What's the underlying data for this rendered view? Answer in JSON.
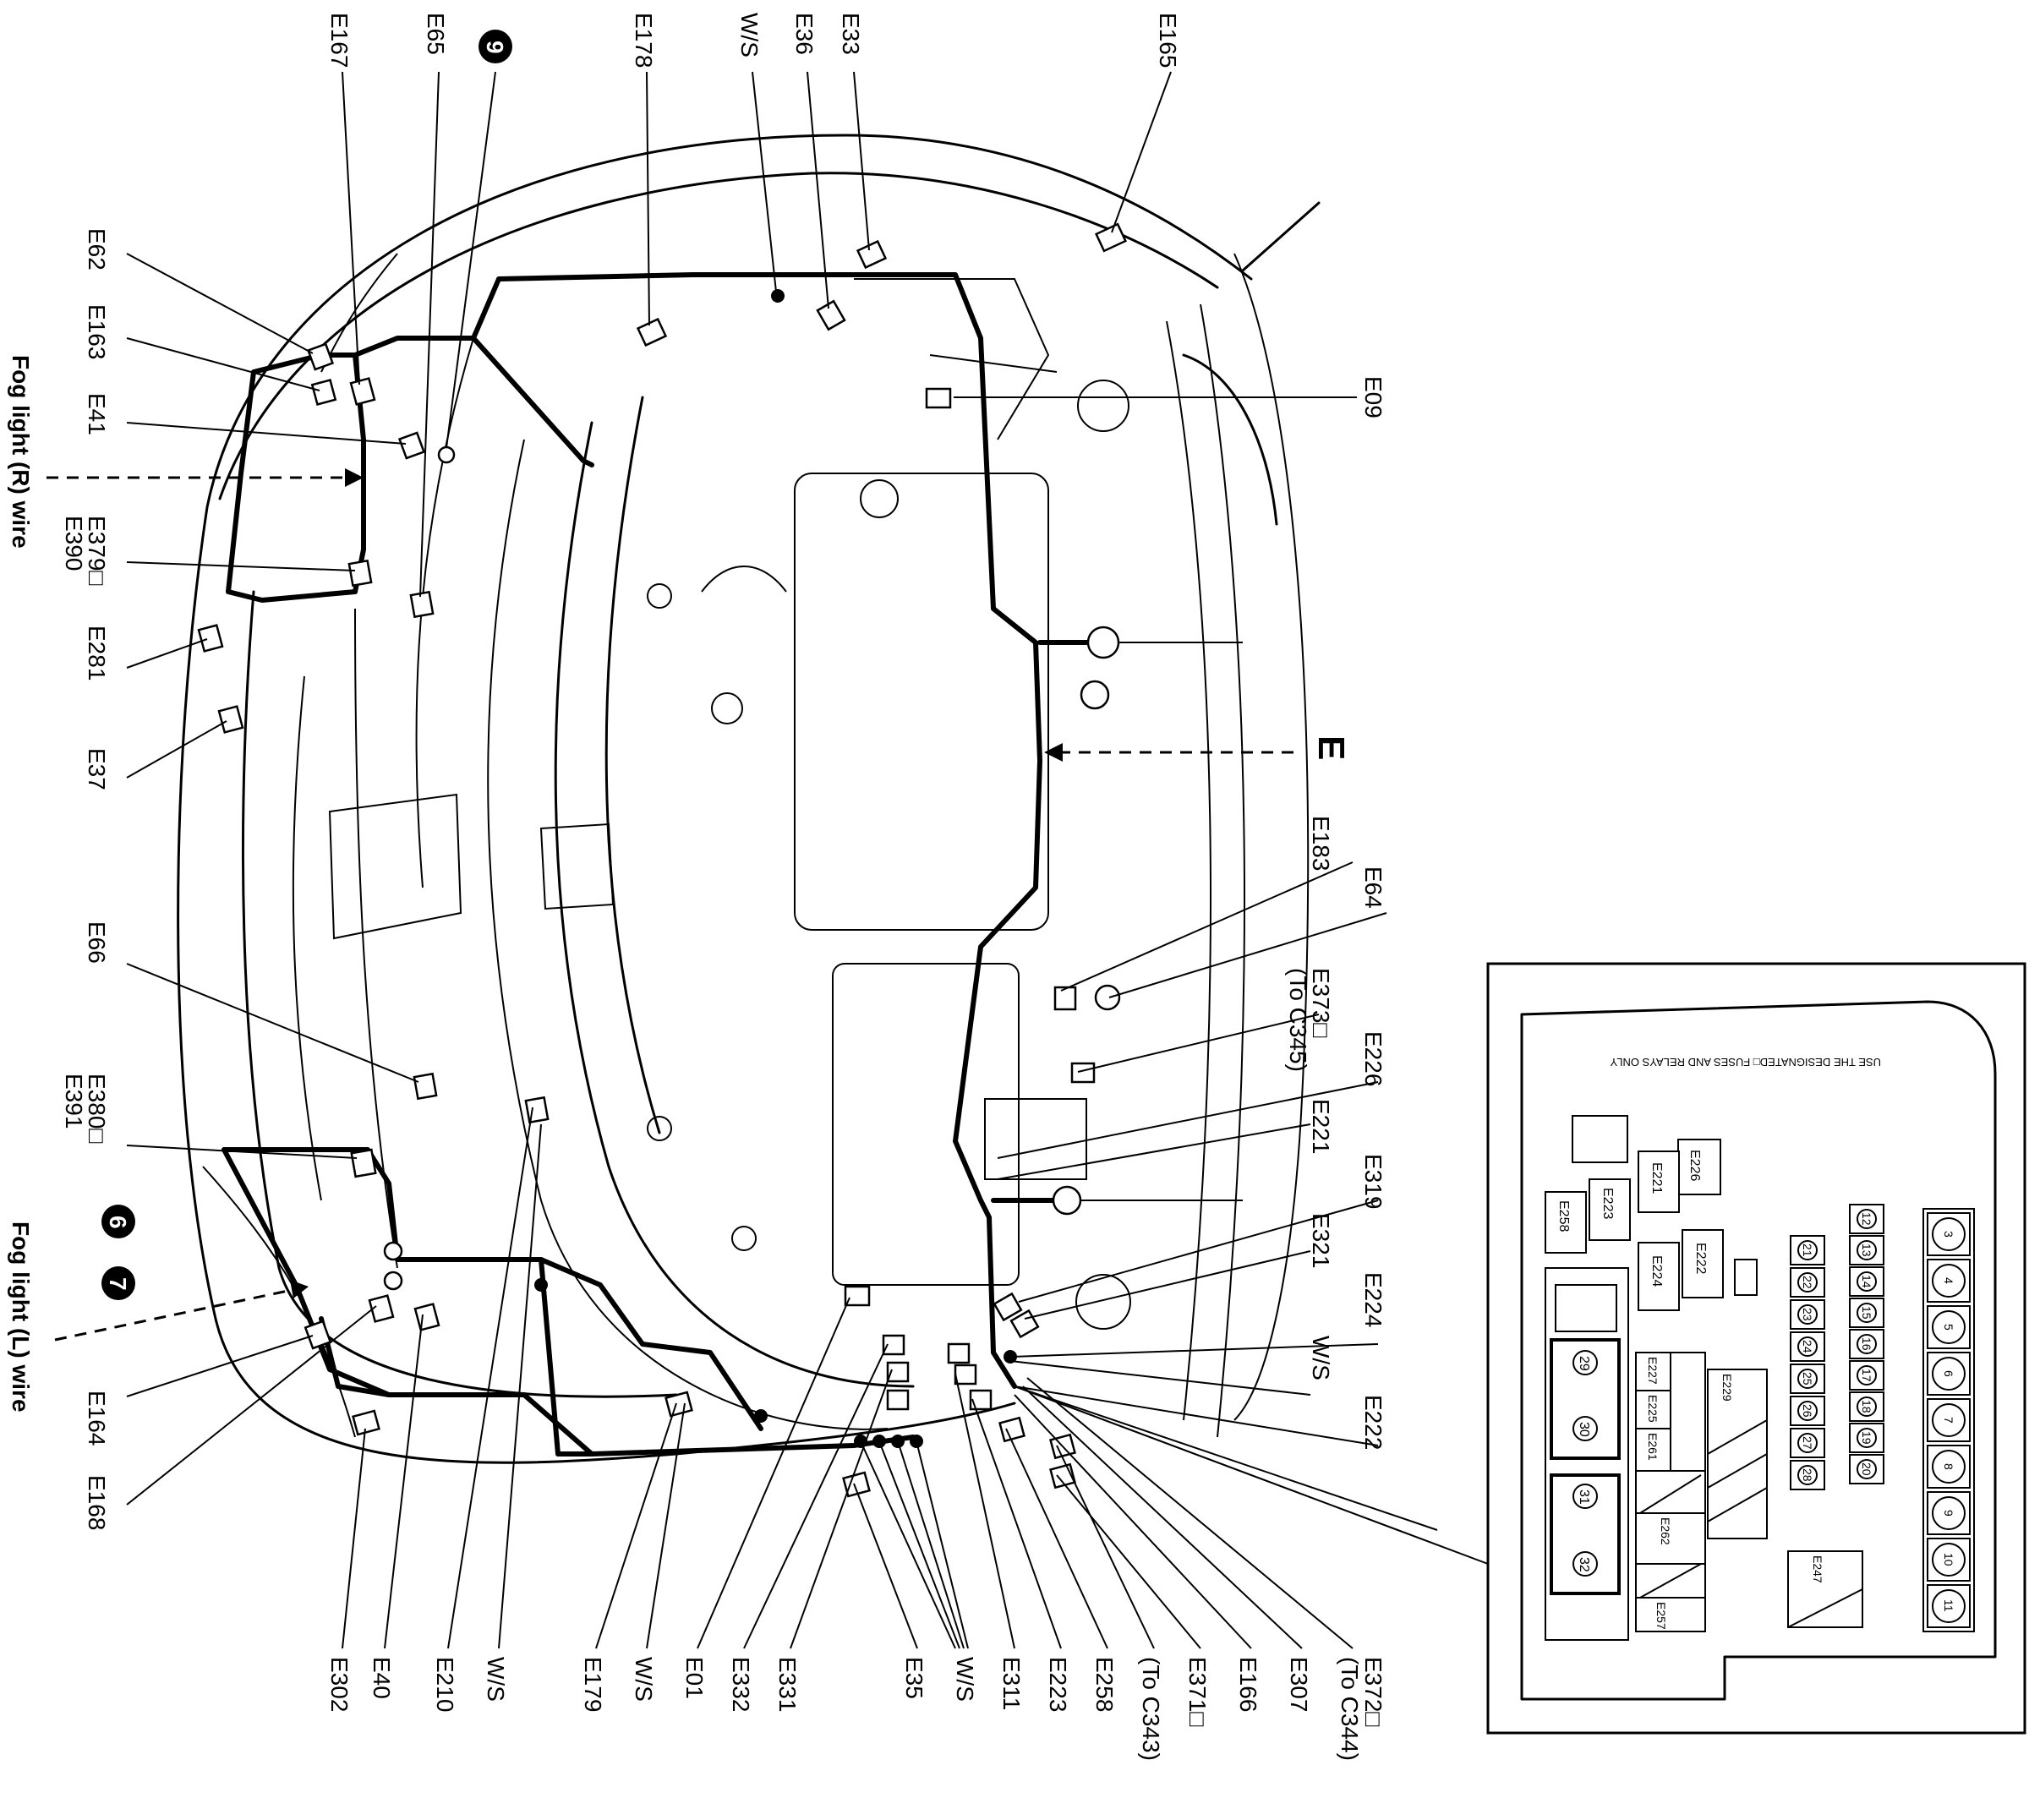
{
  "callouts": {
    "fog_light_r": "Fog light (R) wire",
    "fog_light_l": "Fog light (L) wire",
    "view_e": "E",
    "circle_6": "6",
    "circle_7": "7",
    "circle_9": "9"
  },
  "labels": {
    "e167": "E167",
    "e65": "E65",
    "e178": "E178",
    "ws_top": "W/S",
    "e36": "E36",
    "e33": "E33",
    "e165": "E165",
    "e62": "E62",
    "e163": "E163",
    "e41": "E41",
    "e379": "E379□",
    "e390": "E390",
    "e281": "E281",
    "e37": "E37",
    "e66": "E66",
    "e380": "E380□",
    "e391": "E391",
    "e164": "E164",
    "e168": "E168",
    "e09": "E09",
    "e183": "E183",
    "e64": "E64",
    "e373": "E373□",
    "to_c345": "(To C345)",
    "e226": "E226",
    "e221": "E221",
    "e319": "E319",
    "e321": "E321",
    "e224": "E224",
    "ws_right": "W/S",
    "e222": "E222",
    "e302": "E302",
    "e40": "E40",
    "e210": "E210",
    "ws_b1": "W/S",
    "e179": "E179",
    "ws_b2": "W/S",
    "e01": "E01",
    "e332": "E332",
    "e331": "E331",
    "e35": "E35",
    "ws_b3": "W/S",
    "e311": "E311",
    "e223": "E223",
    "e258": "E258",
    "to_c343": "(To C343)",
    "e371": "E371□",
    "e166": "E166",
    "e307": "E307",
    "e372": "E372□",
    "to_c344": "(To C344)"
  },
  "fuse_box": {
    "notice": "USE THE DESIGNATED□ FUSES AND RELAYS ONLY",
    "relays": {
      "e226": "E226",
      "e221": "E221",
      "e223": "E223",
      "e258": "E258",
      "e222": "E222",
      "e224": "E224",
      "e227": "E227",
      "e225": "E225",
      "e261": "E261",
      "e262": "E262",
      "e257": "E257",
      "e229": "E229",
      "e247": "E247"
    },
    "fuses_col1": [
      "3",
      "4",
      "5",
      "6",
      "7",
      "8",
      "9",
      "10",
      "11"
    ],
    "fuses_col2": [
      "12",
      "13",
      "14",
      "15",
      "16",
      "17",
      "18",
      "19",
      "20"
    ],
    "fuses_col3": [
      "21",
      "22",
      "23",
      "24",
      "25",
      "26",
      "27",
      "28"
    ],
    "big_fuses": [
      "29",
      "30",
      "31",
      "32"
    ]
  }
}
